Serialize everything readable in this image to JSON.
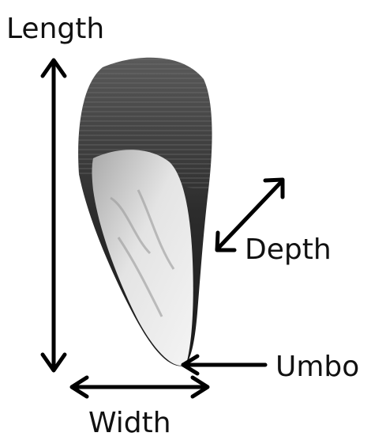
{
  "labels": {
    "length": "Length",
    "depth": "Depth",
    "umbo": "Umbo",
    "width": "Width"
  },
  "colors": {
    "arrow": "#000000",
    "shell_dark": "#2a2a2a",
    "shell_light": "#d9d9d9",
    "background": "#ffffff"
  }
}
